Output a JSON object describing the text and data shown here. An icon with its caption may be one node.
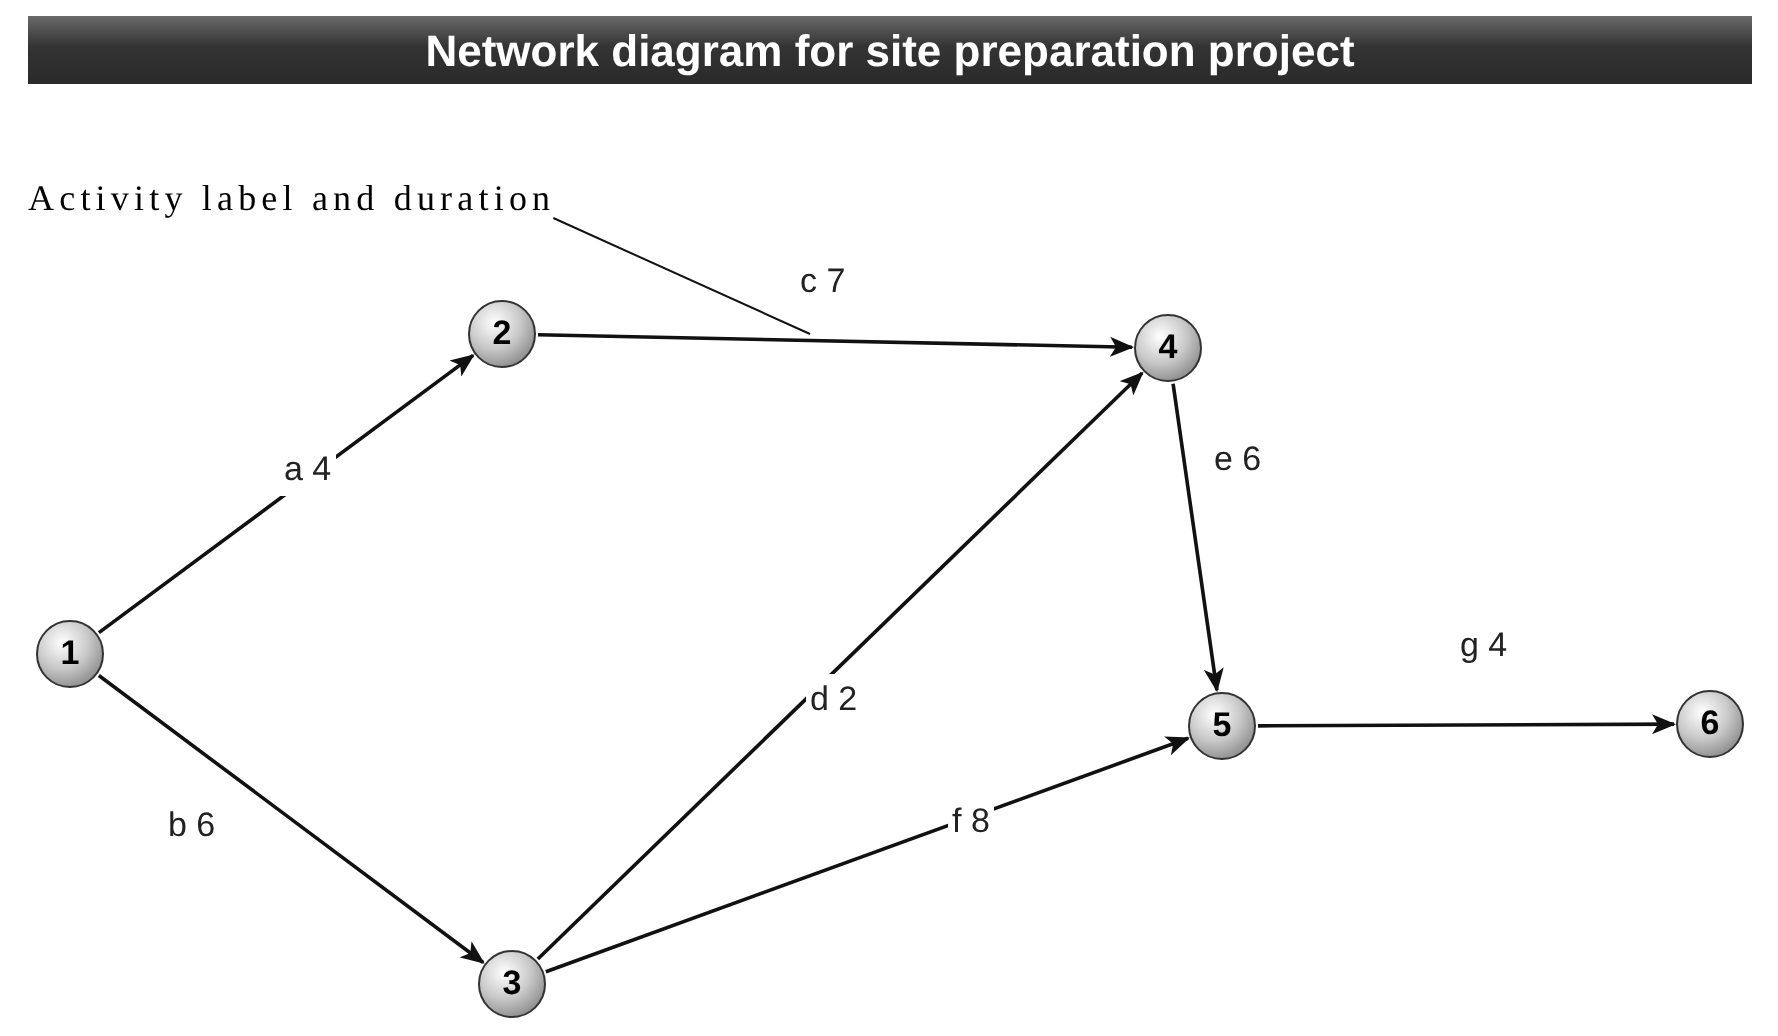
{
  "diagram": {
    "title": "Network diagram for site preparation project",
    "nodes": [
      {
        "text": [
          "Activity label and duration"
        ]
      },
      {
        "text": [
          "1"
        ]
      },
      {
        "text": [
          "2"
        ]
      },
      {
        "text": [
          "3"
        ]
      },
      {
        "text": [
          "4"
        ]
      },
      {
        "text": [
          "5"
        ]
      },
      {
        "text": [
          "6"
        ]
      }
    ],
    "edges": [
      {
        "from": 0,
        "to": null,
        "arrow": "none"
      },
      {
        "from": 1,
        "to": 2,
        "arrow": "to",
        "label": "a 4"
      },
      {
        "from": 1,
        "to": 3,
        "arrow": "to",
        "label": "b 6"
      },
      {
        "from": 2,
        "to": 4,
        "arrow": "to",
        "label": "c 7"
      },
      {
        "from": 3,
        "to": 4,
        "arrow": "to",
        "label": "d 2"
      },
      {
        "from": 4,
        "to": 5,
        "arrow": "to",
        "label": "e 6"
      },
      {
        "from": 3,
        "to": 5,
        "arrow": "to",
        "label": "f 8"
      },
      {
        "from": 5,
        "to": 6,
        "arrow": "to",
        "label": "g 4"
      }
    ]
  }
}
